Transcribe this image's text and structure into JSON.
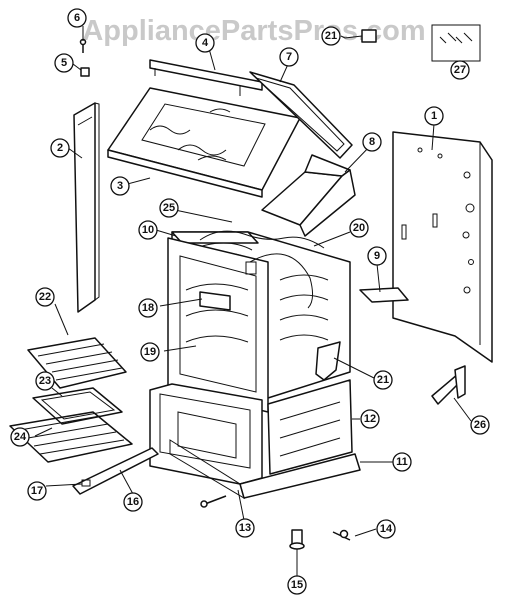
{
  "watermark": "AppliancePartsPros.com",
  "callouts": {
    "c1": "1",
    "c2": "2",
    "c3": "3",
    "c4": "4",
    "c5": "5",
    "c6": "6",
    "c7": "7",
    "c8": "8",
    "c9": "9",
    "c10": "10",
    "c11": "11",
    "c12": "12",
    "c13": "13",
    "c14": "14",
    "c15": "15",
    "c16": "16",
    "c17": "17",
    "c18": "18",
    "c19": "19",
    "c20": "20",
    "c21a": "21",
    "c21b": "21",
    "c22": "22",
    "c23": "23",
    "c24": "24",
    "c25": "25",
    "c26": "26",
    "c27": "27"
  }
}
